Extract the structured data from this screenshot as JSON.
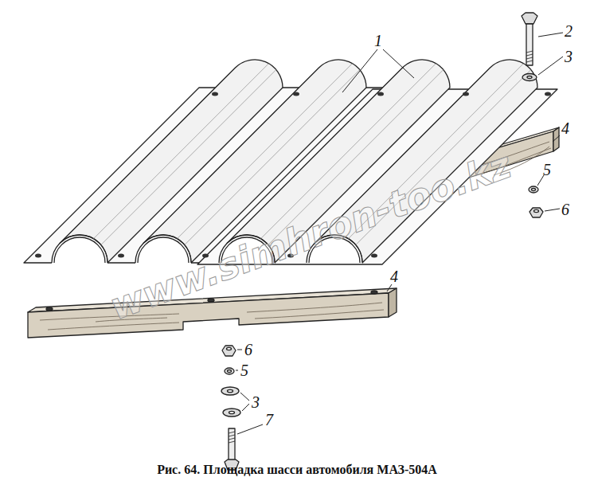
{
  "diagram": {
    "caption": "Рис. 64. Площадка шасси автомобиля МАЗ-504А",
    "labels": [
      "1",
      "2",
      "3",
      "4",
      "5",
      "6",
      "4",
      "6",
      "5",
      "3",
      "7",
      "www.simhron-too.kz"
    ]
  }
}
